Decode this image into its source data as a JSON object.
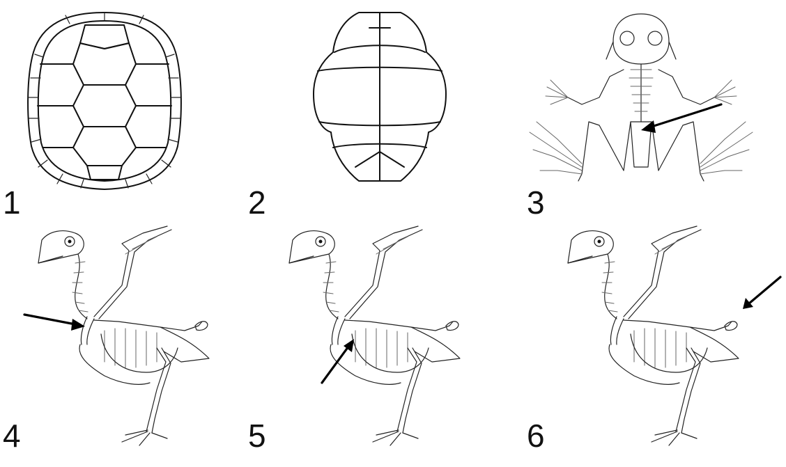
{
  "panels": [
    {
      "label": "1",
      "subject": "turtle-carapace"
    },
    {
      "label": "2",
      "subject": "turtle-plastron"
    },
    {
      "label": "3",
      "subject": "frog-skeleton"
    },
    {
      "label": "4",
      "subject": "bird-skeleton-furcula"
    },
    {
      "label": "5",
      "subject": "bird-skeleton-keel"
    },
    {
      "label": "6",
      "subject": "bird-skeleton-pygostyle"
    }
  ]
}
